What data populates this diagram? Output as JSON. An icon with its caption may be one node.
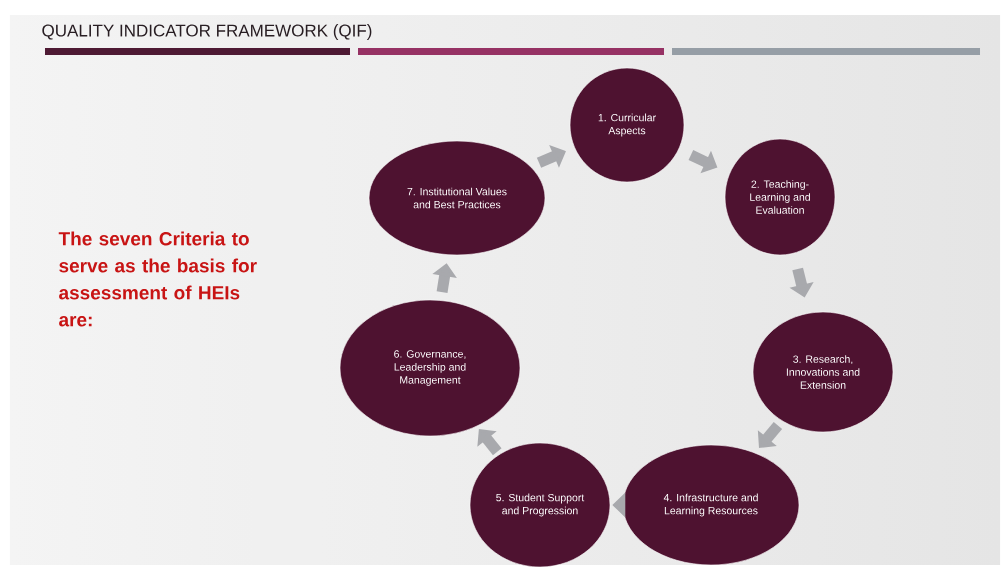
{
  "diagram": {
    "title": "QUALITY INDICATOR FRAMEWORK (QIF)",
    "nodes": [
      {
        "text": [
          "1. Curricular Aspects"
        ]
      },
      {
        "text": [
          "2. Teaching-Learning and Evaluation"
        ]
      },
      {
        "text": [
          "3. Research, Innovations and Extension"
        ]
      },
      {
        "text": [
          "4. Infrastructure and Learning Resources"
        ]
      },
      {
        "text": [
          "5. Student Support and Progression"
        ]
      },
      {
        "text": [
          "6. Governance, Leadership and Management"
        ]
      },
      {
        "text": [
          "7. Institutional Values and Best Practices"
        ]
      }
    ],
    "edges": [
      {
        "from": 0,
        "to": 1,
        "arrow": "to"
      },
      {
        "from": 1,
        "to": 2,
        "arrow": "to"
      },
      {
        "from": 2,
        "to": 3,
        "arrow": "to"
      },
      {
        "from": 3,
        "to": 4,
        "arrow": "to"
      },
      {
        "from": 4,
        "to": 5,
        "arrow": "to"
      },
      {
        "from": 5,
        "to": 6,
        "arrow": "to"
      },
      {
        "from": 6,
        "to": 0,
        "arrow": "to"
      }
    ],
    "labels": [
      "The seven Criteria to serve as the basis for assessment of HEIs are:"
    ]
  }
}
